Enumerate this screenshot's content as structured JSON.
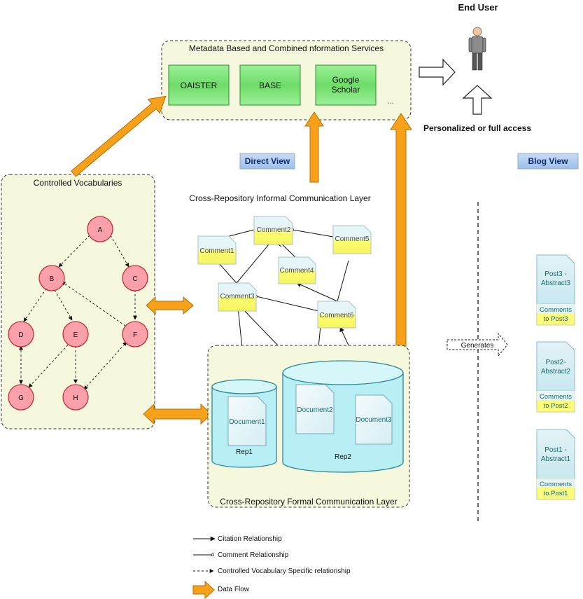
{
  "end_user": {
    "label": "End User",
    "access_label": "Personalized or full access"
  },
  "services": {
    "title": "Metadata Based and Combined nformation Services",
    "items": [
      "OAISTER",
      "BASE",
      "Google Scholar"
    ],
    "more": "..."
  },
  "views": {
    "direct": "Direct View",
    "blog": "Blog View"
  },
  "vocab": {
    "title": "Controlled Vocabularies",
    "nodes": [
      "A",
      "B",
      "C",
      "D",
      "E",
      "F",
      "G",
      "H"
    ]
  },
  "informal_layer": {
    "title": "Cross-Repository Informal Communication Layer",
    "comments": [
      "Comment1",
      "Comment2",
      "Comment3",
      "Comment4",
      "Comment5",
      "Comment6"
    ]
  },
  "formal_layer": {
    "title": "Cross-Repository Formal Communication Layer",
    "repos": [
      "Rep1",
      "Rep2"
    ],
    "documents": [
      "Document1",
      "Document2",
      "Document3"
    ]
  },
  "generates": "Generates",
  "posts": [
    {
      "title": "Post3 - Abstract3",
      "comments": "Comments to Post3"
    },
    {
      "title": "Post2- Abstract2",
      "comments": "Comments to Post2"
    },
    {
      "title": "Post1 - Abstract1",
      "comments": "Comments to.Post1"
    }
  ],
  "legend": {
    "citation": "Citation Relationship",
    "comment": "Comment Relationship",
    "vocab": "Controlled Vocabulary Specific relationship",
    "flow": "Data Flow"
  },
  "colors": {
    "node_fill": "#f9a0aa",
    "node_stroke": "#c0303e",
    "panel_fill": "#f5f8dc",
    "service_fill": "#7fe07a",
    "flow_fill": "#f7a11a",
    "button_fill": "#b2cdf2",
    "repo_fill": "#b8eff5",
    "note_fill": "#fbfb7c"
  }
}
